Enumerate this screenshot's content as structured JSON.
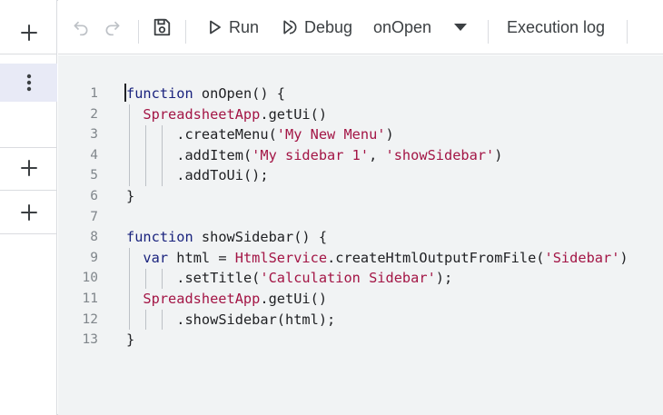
{
  "toolbar": {
    "undo_icon": "undo-icon",
    "redo_icon": "redo-icon",
    "save_icon": "save-icon",
    "run_label": "Run",
    "debug_label": "Debug",
    "function_selected": "onOpen",
    "execution_log_label": "Execution log"
  },
  "rail": {
    "icons": [
      "add-icon",
      "more-vert-icon",
      "add-icon",
      "add-icon"
    ]
  },
  "editor": {
    "line_numbers": [
      "1",
      "2",
      "3",
      "4",
      "5",
      "6",
      "7",
      "8",
      "9",
      "10",
      "11",
      "12",
      "13"
    ],
    "lines": [
      {
        "indent": "",
        "tokens": [
          {
            "t": "kw",
            "v": "function"
          },
          {
            "t": "pl",
            "v": " onOpen() {"
          }
        ]
      },
      {
        "indent": "  ",
        "tokens": [
          {
            "t": "cls",
            "v": "SpreadsheetApp"
          },
          {
            "t": "pl",
            "v": ".getUi()"
          }
        ]
      },
      {
        "indent": "      ",
        "tokens": [
          {
            "t": "pl",
            "v": ".createMenu("
          },
          {
            "t": "str",
            "v": "'My New Menu'"
          },
          {
            "t": "pl",
            "v": ")"
          }
        ]
      },
      {
        "indent": "      ",
        "tokens": [
          {
            "t": "pl",
            "v": ".addItem("
          },
          {
            "t": "str",
            "v": "'My sidebar 1'"
          },
          {
            "t": "pl",
            "v": ", "
          },
          {
            "t": "str",
            "v": "'showSidebar'"
          },
          {
            "t": "pl",
            "v": ")"
          }
        ]
      },
      {
        "indent": "      ",
        "tokens": [
          {
            "t": "pl",
            "v": ".addToUi();"
          }
        ]
      },
      {
        "indent": "",
        "tokens": [
          {
            "t": "pl",
            "v": "}"
          }
        ]
      },
      {
        "indent": "",
        "tokens": []
      },
      {
        "indent": "",
        "tokens": [
          {
            "t": "kw",
            "v": "function"
          },
          {
            "t": "pl",
            "v": " showSidebar() {"
          }
        ]
      },
      {
        "indent": "  ",
        "tokens": [
          {
            "t": "kw",
            "v": "var"
          },
          {
            "t": "pl",
            "v": " html = "
          },
          {
            "t": "cls",
            "v": "HtmlService"
          },
          {
            "t": "pl",
            "v": ".createHtmlOutputFromFile("
          },
          {
            "t": "str",
            "v": "'Sidebar'"
          },
          {
            "t": "pl",
            "v": ")"
          }
        ]
      },
      {
        "indent": "      ",
        "tokens": [
          {
            "t": "pl",
            "v": ".setTitle("
          },
          {
            "t": "str",
            "v": "'Calculation Sidebar'"
          },
          {
            "t": "pl",
            "v": ");"
          }
        ]
      },
      {
        "indent": "  ",
        "tokens": [
          {
            "t": "cls",
            "v": "SpreadsheetApp"
          },
          {
            "t": "pl",
            "v": ".getUi()"
          }
        ]
      },
      {
        "indent": "      ",
        "tokens": [
          {
            "t": "pl",
            "v": ".showSidebar(html);"
          }
        ]
      },
      {
        "indent": "",
        "tokens": [
          {
            "t": "pl",
            "v": "}"
          }
        ]
      }
    ]
  }
}
